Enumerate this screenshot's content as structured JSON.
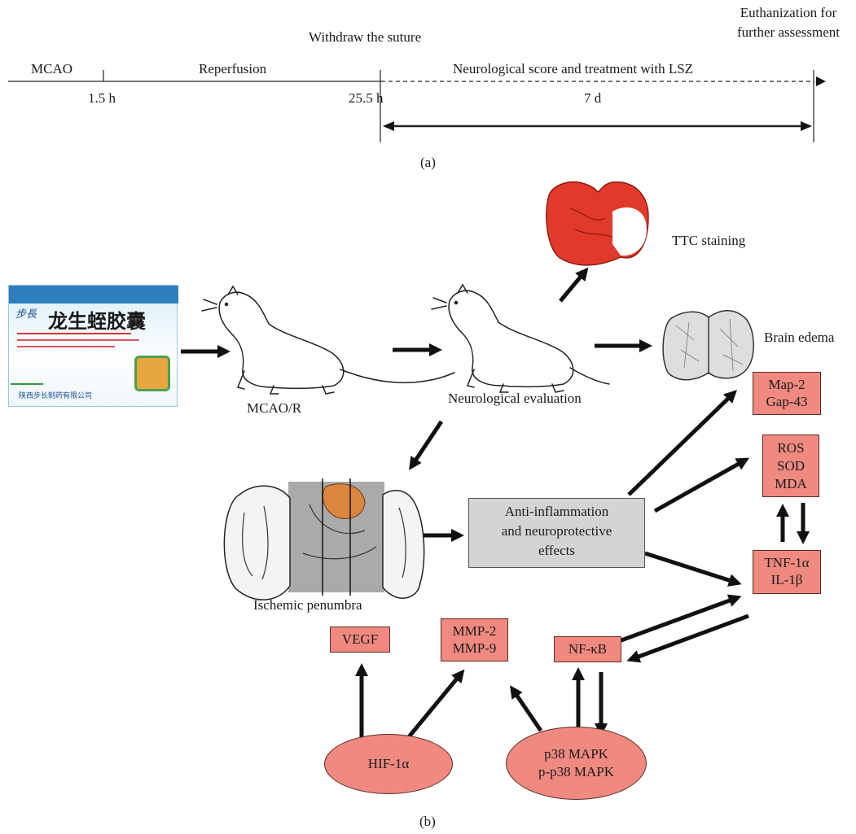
{
  "timeline": {
    "phase_mcao": "MCAO",
    "phase_reperfusion": "Reperfusion",
    "phase_treatment": "Neurological score and treatment with LSZ",
    "event_withdraw": "Withdraw the suture",
    "event_euthanize_line1": "Euthanization for",
    "event_euthanize_line2": "further assessment",
    "tick_1": "1.5 h",
    "tick_2": "25.5 h",
    "duration": "7 d",
    "panel_label": "(a)"
  },
  "capsule_box": {
    "brand": "步長",
    "name": "龙生蛭胶囊",
    "company": "陕西步长制药有限公司"
  },
  "flow": {
    "mcao_r": "MCAO/R",
    "neuro_eval": "Neurological evaluation",
    "ttc": "TTC staining",
    "edema": "Brain edema",
    "penumbra": "Ischemic penumbra",
    "anti_line1": "Anti-inflammation",
    "anti_line2": "and neuroprotective",
    "anti_line3": "effects"
  },
  "markers": {
    "map2": "Map-2",
    "gap43": "Gap-43",
    "ros": "ROS",
    "sod": "SOD",
    "mda": "MDA",
    "tnf": "TNF-1α",
    "il1": "IL-1β",
    "nfkb": "NF-κB",
    "vegf": "VEGF",
    "mmp2": "MMP-2",
    "mmp9": "MMP-9",
    "hif": "HIF-1α",
    "p38": "p38 MAPK",
    "pp38": "p-p38 MAPK"
  },
  "panel_b_label": "(b)",
  "colors": {
    "marker_fill": "#f08a80",
    "effect_box_fill": "#d4d4d4",
    "ttc_red": "#e23a2a"
  }
}
